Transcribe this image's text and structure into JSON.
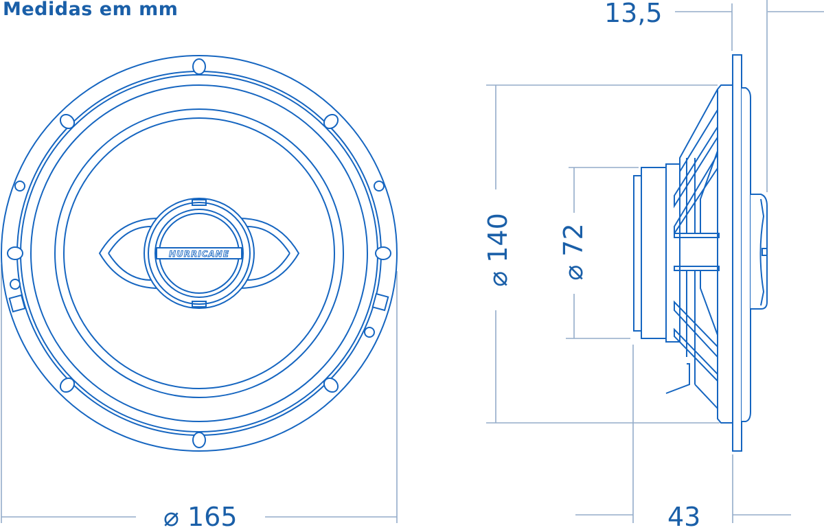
{
  "title": "Medidas em mm",
  "brand_logo_text": "HURRICANE",
  "colors": {
    "drawing": "#1565c0",
    "dimension_line": "#93abc9",
    "text": "#1a5fa8"
  },
  "dimensions": {
    "outer_diameter": {
      "symbol": "⌀",
      "value": "165"
    },
    "cutout_diameter": {
      "symbol": "⌀",
      "value": "140"
    },
    "magnet_diameter": {
      "symbol": "⌀",
      "value": "72"
    },
    "flange_depth": {
      "value": "13,5"
    },
    "mounting_depth": {
      "value": "43"
    }
  },
  "views": {
    "front": "front-view",
    "side": "side-view"
  }
}
